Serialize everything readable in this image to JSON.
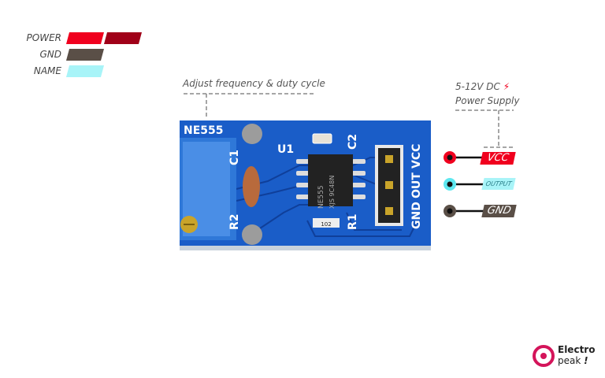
{
  "legend": [
    {
      "label": "POWER",
      "colors": [
        "#f0001e",
        "#a00018"
      ]
    },
    {
      "label": "GND",
      "colors": [
        "#5a4f47"
      ]
    },
    {
      "label": "NAME",
      "colors": [
        "#a8f4f8"
      ]
    }
  ],
  "annotations": {
    "potentiometer": "Adjust frequency & duty cycle",
    "supply_line1": "5-12V DC",
    "supply_line2": "Power Supply",
    "supply_icon": "lightning-bolt-icon"
  },
  "board": {
    "title": "NE555",
    "u1": "U1",
    "c1": "C1",
    "c2": "C2",
    "r1": "R1",
    "r2": "R2",
    "chip_line1": "NE555",
    "chip_line2": "XJS 9C48N",
    "resistor_code": "102",
    "header_labels": [
      "GND",
      "OUT",
      "VCC"
    ],
    "color": "#1a5dc8"
  },
  "pins": [
    {
      "label": "VCC",
      "color": "#f0001e",
      "text_color": "#ffffff"
    },
    {
      "label": "OUTPUT",
      "color": "#a8f4f8",
      "text_color": "#2a7f8a"
    },
    {
      "label": "GND",
      "color": "#5a4f47",
      "text_color": "#ffffff"
    }
  ],
  "logo": {
    "line1": "Electro",
    "line2": "peak",
    "mark": "!"
  }
}
